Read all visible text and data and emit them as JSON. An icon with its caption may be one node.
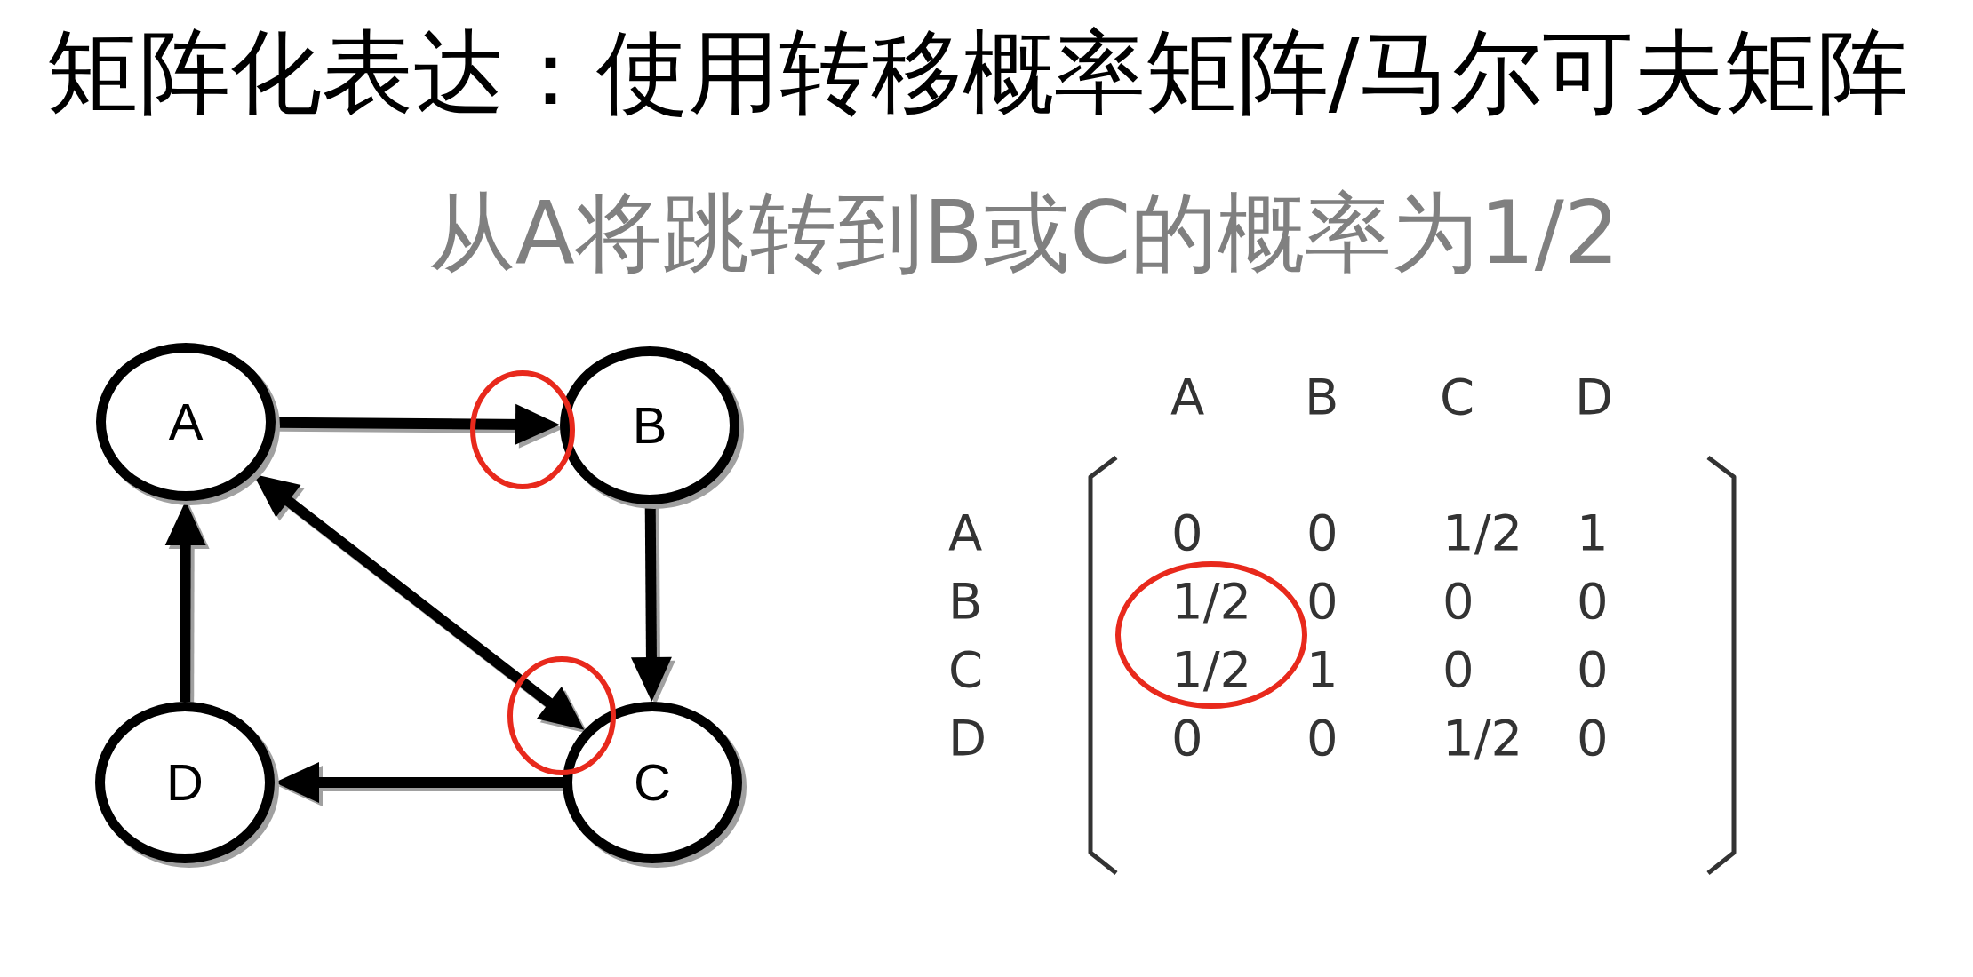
{
  "diagram": {
    "title": "矩阵化表达：使用转移概率矩阵/马尔可夫矩阵",
    "nodes": [
      {
        "text": [
          "A"
        ]
      },
      {
        "text": [
          "B"
        ]
      },
      {
        "text": [
          "D"
        ]
      },
      {
        "text": [
          "C"
        ]
      }
    ],
    "edges": [
      {
        "from": 0,
        "to": 1,
        "arrow": "to"
      },
      {
        "from": 1,
        "to": 3,
        "arrow": "to"
      },
      {
        "from": 3,
        "to": 2,
        "arrow": "to"
      },
      {
        "from": 2,
        "to": 0,
        "arrow": "to"
      },
      {
        "from": 0,
        "to": 3,
        "arrow": "both"
      }
    ],
    "labels": [
      "从A将跳转到B或C的概率为1/2",
      "A",
      "B",
      "C",
      "D",
      "A",
      "0",
      "0",
      "1/2",
      "1",
      "B",
      "1/2",
      "0",
      "0",
      "0",
      "C",
      "1/2",
      "1",
      "0",
      "0",
      "D",
      "0",
      "0",
      "1/2",
      "0"
    ]
  }
}
